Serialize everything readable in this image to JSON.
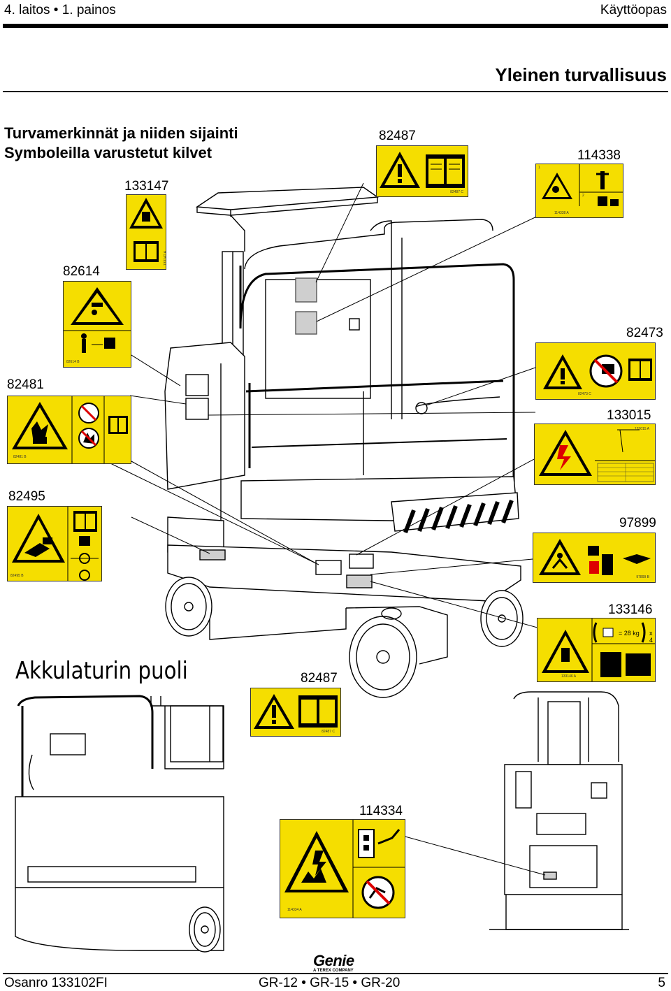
{
  "header": {
    "left": "4. laitos • 1. painos",
    "right": "Käyttöopas"
  },
  "section_title": "Yleinen  turvallisuus",
  "subtitle_lines": [
    "Turvamerkinnät ja niiden sijainti",
    "Symboleilla varustetut kilvet"
  ],
  "decals": {
    "d82487_top": {
      "number": "82487",
      "code": "82487 C"
    },
    "d114338": {
      "number": "114338",
      "code": "114338 A",
      "panel1": "1",
      "panel2": "2"
    },
    "d133147": {
      "number": "133147",
      "code": "133147 A"
    },
    "d82614": {
      "number": "82614",
      "code": "82614 B"
    },
    "d82473": {
      "number": "82473",
      "code": "82473 C"
    },
    "d82481": {
      "number": "82481",
      "code": "82481 B"
    },
    "d133015": {
      "number": "133015",
      "code": "133015 A"
    },
    "d82495": {
      "number": "82495",
      "code": "82495 B"
    },
    "d97899": {
      "number": "97899",
      "code": "97899 B"
    },
    "d133146": {
      "number": "133146",
      "code": "133146 A",
      "weight": "= 28 kg",
      "mult": "x 4"
    },
    "d82487_bottom": {
      "number": "82487",
      "code": "82487 C"
    },
    "d114334": {
      "number": "114334",
      "code": "114334 A"
    }
  },
  "battery_side": "Akkulaturin puoli",
  "brand": {
    "logo": "Genie",
    "sub": "A TEREX COMPANY"
  },
  "footer": {
    "left": "Osanro  133102FI",
    "center": "GR-12 • GR-15 • GR-20",
    "right": "5"
  }
}
